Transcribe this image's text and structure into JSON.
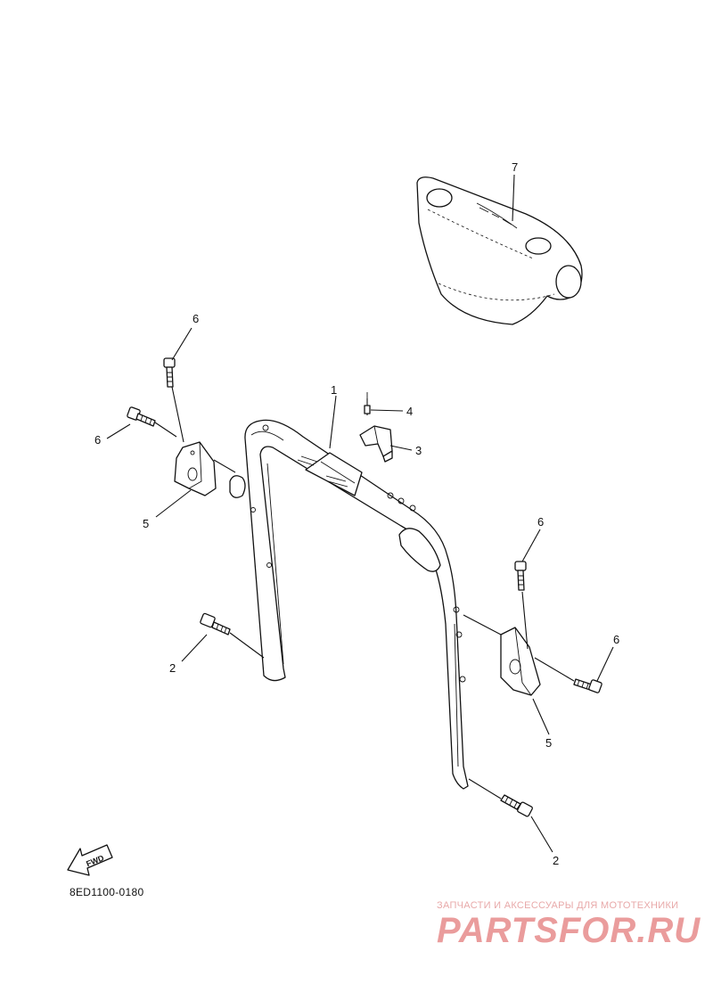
{
  "callouts": {
    "c1": "1",
    "c2a": "2",
    "c2b": "2",
    "c3": "3",
    "c4": "4",
    "c5a": "5",
    "c5b": "5",
    "c6a": "6",
    "c6b": "6",
    "c6c": "6",
    "c6d": "6",
    "c7": "7"
  },
  "fwd_label": "FWD",
  "diagram_code": "8ED1100-0180",
  "watermark": {
    "tagline": "ЗАПЧАСТИ И АКСЕССУАРЫ ДЛЯ МОТОТЕХНИКИ",
    "brand": "PARTSFOR.RU"
  },
  "colors": {
    "ink": "#111111",
    "watermark": "#ea9c9c"
  }
}
